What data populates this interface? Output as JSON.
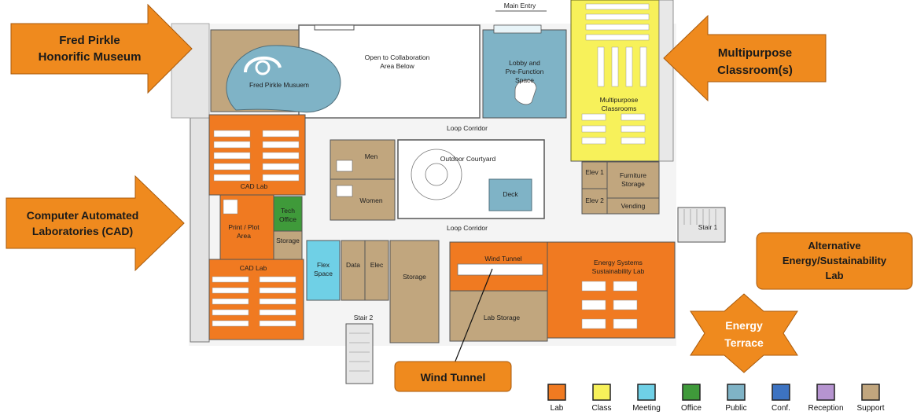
{
  "callouts": {
    "museum": [
      "Fred Pirkle",
      "Honorific Museum"
    ],
    "multipurpose": [
      "Multipurpose",
      "Classroom(s)"
    ],
    "cad": [
      "Computer Automated",
      "Laboratories  (CAD)"
    ],
    "alt_energy": [
      "Alternative",
      "Energy/Sustainability",
      "Lab"
    ],
    "energy_terrace": [
      "Energy",
      "Terrace"
    ],
    "wind_tunnel": "Wind Tunnel"
  },
  "rooms": {
    "main_entry": "Main Entry",
    "open_collab": [
      "Open to Collaboration",
      "Area Below"
    ],
    "museum": "Fred Pirkle Musuem",
    "lobby": [
      "Lobby and",
      "Pre-Function",
      "Space"
    ],
    "multipurpose": [
      "Multipurpose",
      "Classrooms"
    ],
    "loop_corridor_top": "Loop Corridor",
    "loop_corridor_bottom": "Loop Corridor",
    "men": "Men",
    "women": "Women",
    "courtyard": "Outdoor Courtyard",
    "deck": "Deck",
    "elev1": "Elev 1",
    "elev2": "Elev 2",
    "furniture": [
      "Furniture",
      "Storage"
    ],
    "vending": "Vending",
    "cad_lab_top": "CAD Lab",
    "print_plot": [
      "Print / Plot",
      "Area"
    ],
    "tech_office": [
      "Tech",
      "Office"
    ],
    "storage_small": "Storage",
    "cad_lab_bottom": "CAD Lab",
    "flex": [
      "Flex",
      "Space"
    ],
    "data": "Data",
    "elec": "Elec",
    "storage_mid": "Storage",
    "wind_tunnel": "Wind Tunnel",
    "lab_storage": "Lab Storage",
    "energy_lab": [
      "Energy Systems",
      "Sustainability Lab"
    ],
    "stair1": "Stair 1",
    "stair2": "Stair 2"
  },
  "legend": [
    {
      "label": "Lab",
      "color": "#f07a21"
    },
    {
      "label": "Class",
      "color": "#f7f15a"
    },
    {
      "label": "Meeting",
      "color": "#6fd0e6"
    },
    {
      "label": "Office",
      "color": "#3f9a3a"
    },
    {
      "label": "Public",
      "color": "#7fb3c6"
    },
    {
      "label": "Conf.",
      "color": "#3d73c2"
    },
    {
      "label": "Reception",
      "color": "#b694d0"
    },
    {
      "label": "Support",
      "color": "#c1a67e"
    }
  ]
}
